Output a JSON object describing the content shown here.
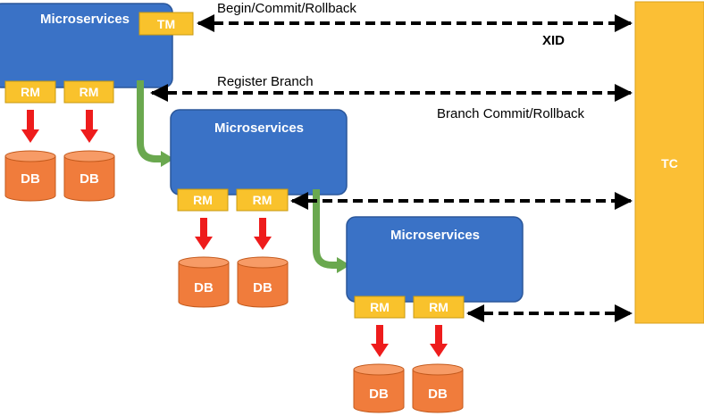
{
  "colors": {
    "microservice": "#3a72c6",
    "microservice_border": "#2b579a",
    "component": "#f9c22c",
    "component_border": "#c89a10",
    "db": "#f07c3c",
    "db_top": "#f79b66",
    "db_border": "#c35a1d",
    "tc": "#fbbf35",
    "arrow_red": "#ee1c1c",
    "arrow_green": "#6aa84f",
    "dashed": "#000000"
  },
  "tc": {
    "label": "TC"
  },
  "tm": {
    "label": "TM"
  },
  "services": [
    {
      "label": "Microservices",
      "rm": [
        "RM",
        "RM"
      ],
      "db": [
        "DB",
        "DB"
      ]
    },
    {
      "label": "Microservices",
      "rm": [
        "RM",
        "RM"
      ],
      "db": [
        "DB",
        "DB"
      ]
    },
    {
      "label": "Microservices",
      "rm": [
        "RM",
        "RM"
      ],
      "db": [
        "DB",
        "DB"
      ]
    }
  ],
  "links": {
    "begin": "Begin/Commit/Rollback",
    "xid": "XID",
    "register": "Register Branch",
    "branch": "Branch Commit/Rollback"
  }
}
